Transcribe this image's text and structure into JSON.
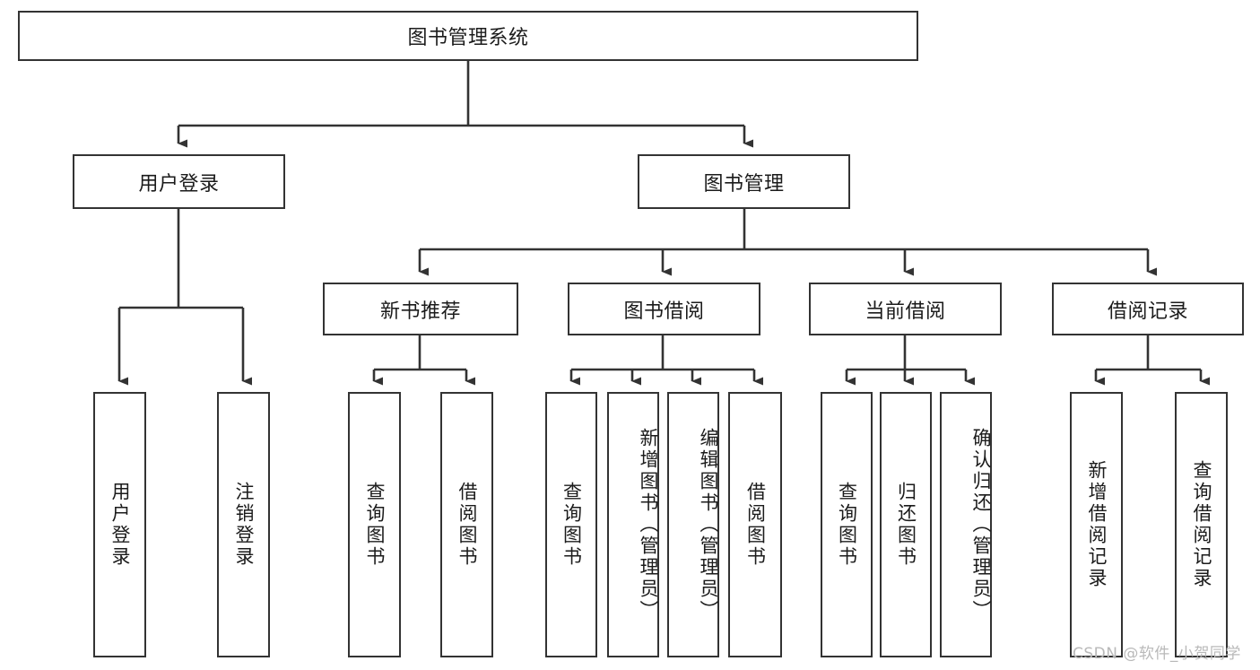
{
  "diagram": {
    "title": "图书管理系统",
    "type": "hierarchy-tree",
    "watermark": "CSDN @软件_小贺同学",
    "colors": {
      "stroke": "#333333",
      "fill": "#ffffff",
      "text": "#1b1b1b",
      "watermark": "#b9b9b9"
    },
    "levels": {
      "root": {
        "label": "图书管理系统"
      },
      "level2": [
        {
          "id": "user-login",
          "label": "用户登录"
        },
        {
          "id": "book-manage",
          "label": "图书管理"
        }
      ],
      "level3": [
        {
          "id": "new-book-recommend",
          "label": "新书推荐",
          "parent": "book-manage"
        },
        {
          "id": "book-borrow",
          "label": "图书借阅",
          "parent": "book-manage"
        },
        {
          "id": "current-borrow",
          "label": "当前借阅",
          "parent": "book-manage"
        },
        {
          "id": "borrow-record",
          "label": "借阅记录",
          "parent": "book-manage"
        }
      ],
      "leaves": [
        {
          "id": "leaf-user-login",
          "label": "用户登录",
          "parent": "user-login"
        },
        {
          "id": "leaf-logout-login",
          "label": "注销登录",
          "parent": "user-login"
        },
        {
          "id": "leaf-query-book-1",
          "label": "查询图书",
          "parent": "new-book-recommend"
        },
        {
          "id": "leaf-borrow-book-1",
          "label": "借阅图书",
          "parent": "new-book-recommend"
        },
        {
          "id": "leaf-query-book-2",
          "label": "查询图书",
          "parent": "book-borrow"
        },
        {
          "id": "leaf-add-book",
          "label": "新增图书（管理员）",
          "parent": "book-borrow"
        },
        {
          "id": "leaf-edit-book",
          "label": "编辑图书（管理员）",
          "parent": "book-borrow"
        },
        {
          "id": "leaf-borrow-book-2",
          "label": "借阅图书",
          "parent": "book-borrow"
        },
        {
          "id": "leaf-query-book-3",
          "label": "查询图书",
          "parent": "current-borrow"
        },
        {
          "id": "leaf-return-book",
          "label": "归还图书",
          "parent": "current-borrow"
        },
        {
          "id": "leaf-confirm-return",
          "label": "确认归还（管理员）",
          "parent": "current-borrow"
        },
        {
          "id": "leaf-add-record",
          "label": "新增借阅记录",
          "parent": "borrow-record"
        },
        {
          "id": "leaf-query-record",
          "label": "查询借阅记录",
          "parent": "borrow-record"
        }
      ]
    }
  }
}
